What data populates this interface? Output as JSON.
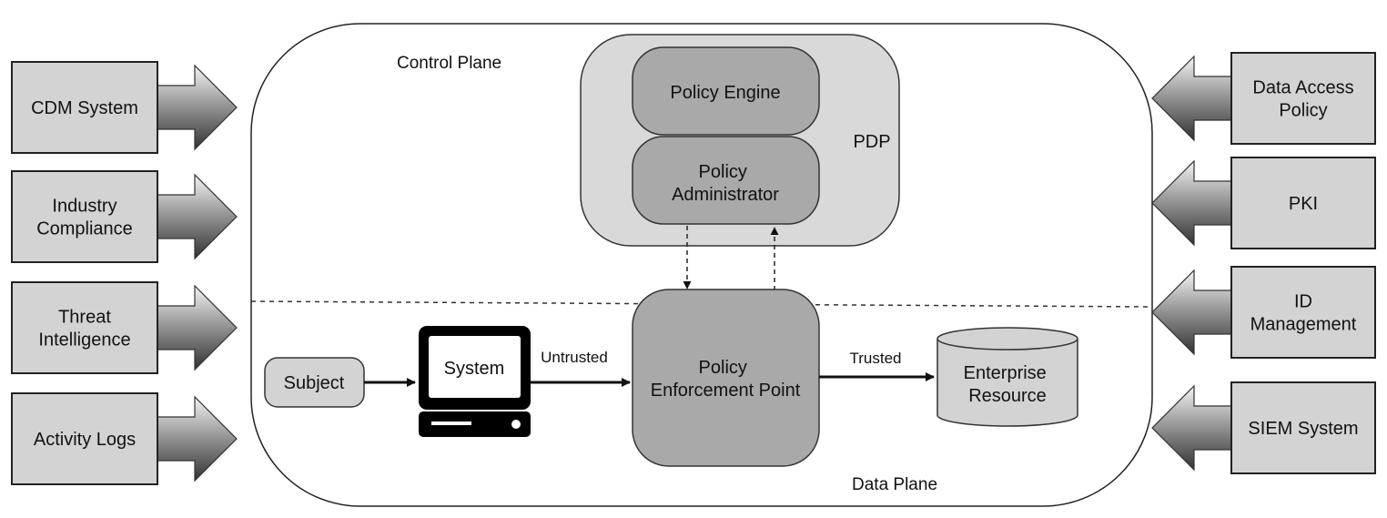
{
  "colors": {
    "light_fill": "#d3d3d3",
    "pdp_fill": "#d9d9d9",
    "dark_fill": "#a9a9a9",
    "stroke": "#222222",
    "terminal": "#000000",
    "screen": "#ffffff"
  },
  "planes": {
    "control": "Control Plane",
    "data": "Data Plane"
  },
  "pdp": {
    "label": "PDP",
    "policy_engine": "Policy Engine",
    "policy_administrator": [
      "Policy",
      "Administrator"
    ]
  },
  "pep": {
    "label": [
      "Policy",
      "Enforcement Point"
    ]
  },
  "subject": {
    "label": "Subject"
  },
  "system": {
    "label": "System",
    "icon": "computer-terminal-icon"
  },
  "resource": {
    "label": [
      "Enterprise",
      "Resource"
    ],
    "icon": "database-cylinder-icon"
  },
  "edges": {
    "untrusted": "Untrusted",
    "trusted": "Trusted"
  },
  "left_inputs": [
    {
      "label": [
        "CDM System"
      ]
    },
    {
      "label": [
        "Industry",
        "Compliance"
      ]
    },
    {
      "label": [
        "Threat",
        "Intelligence"
      ]
    },
    {
      "label": [
        "Activity Logs"
      ]
    }
  ],
  "right_inputs": [
    {
      "label": [
        "Data Access",
        "Policy"
      ]
    },
    {
      "label": [
        "PKI"
      ]
    },
    {
      "label": [
        "ID",
        "Management"
      ]
    },
    {
      "label": [
        "SIEM System"
      ]
    }
  ]
}
